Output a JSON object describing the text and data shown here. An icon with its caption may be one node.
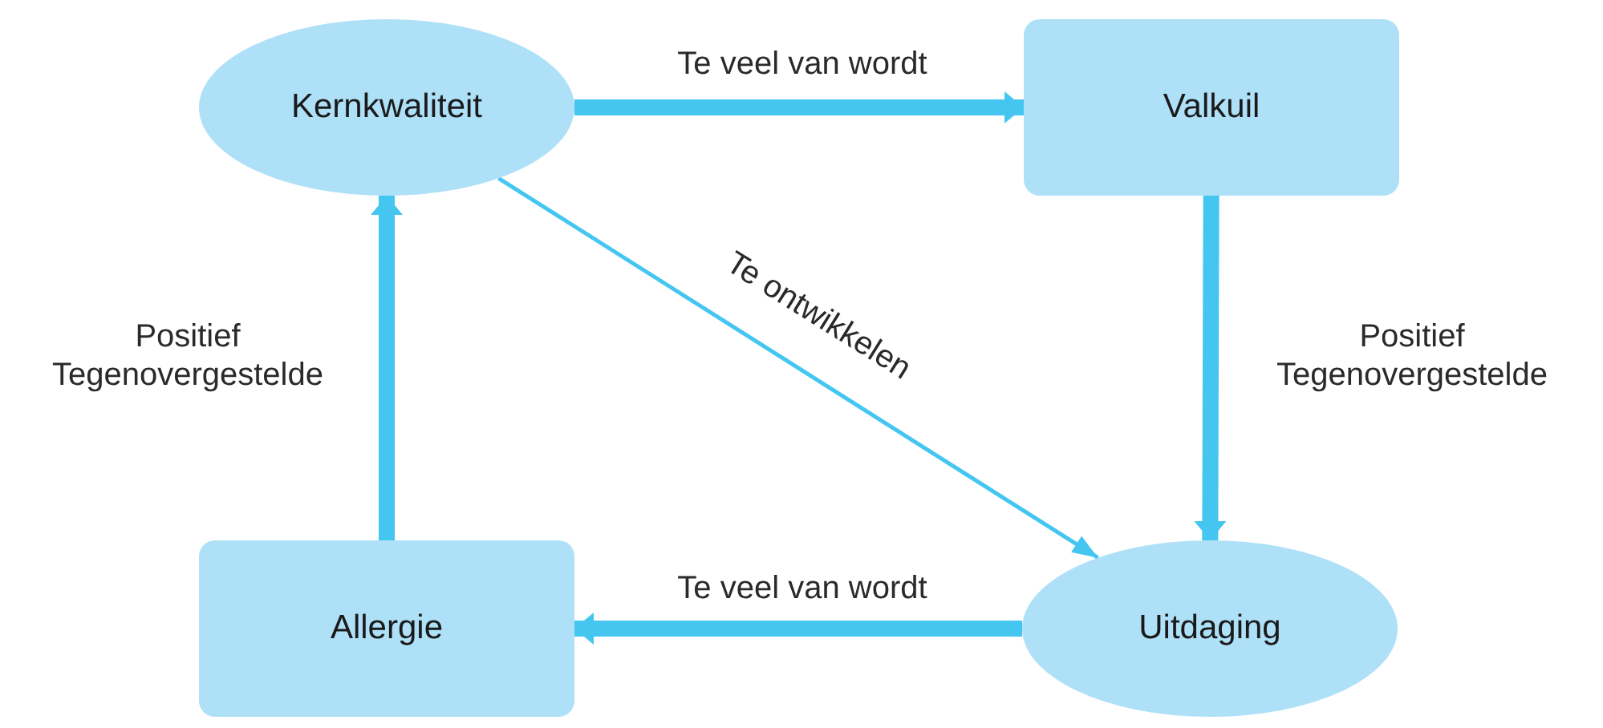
{
  "diagram": {
    "nodes": [
      {
        "text": [
          "Kernkwaliteit"
        ]
      },
      {
        "text": [
          "Valkuil"
        ]
      },
      {
        "text": [
          "Uitdaging"
        ]
      },
      {
        "text": [
          "Allergie"
        ]
      }
    ],
    "edges": [
      {
        "from": 0,
        "to": 1,
        "arrow": "to",
        "label": "Te veel van wordt"
      },
      {
        "from": 1,
        "to": 2,
        "arrow": "to",
        "label": "Positief Tegenovergestelde"
      },
      {
        "from": 2,
        "to": 3,
        "arrow": "to",
        "label": "Te veel van wordt"
      },
      {
        "from": 3,
        "to": 0,
        "arrow": "to",
        "label": "Positief Tegenovergestelde"
      },
      {
        "from": 0,
        "to": 2,
        "arrow": "to",
        "label": "Te ontwikkelen"
      }
    ]
  }
}
